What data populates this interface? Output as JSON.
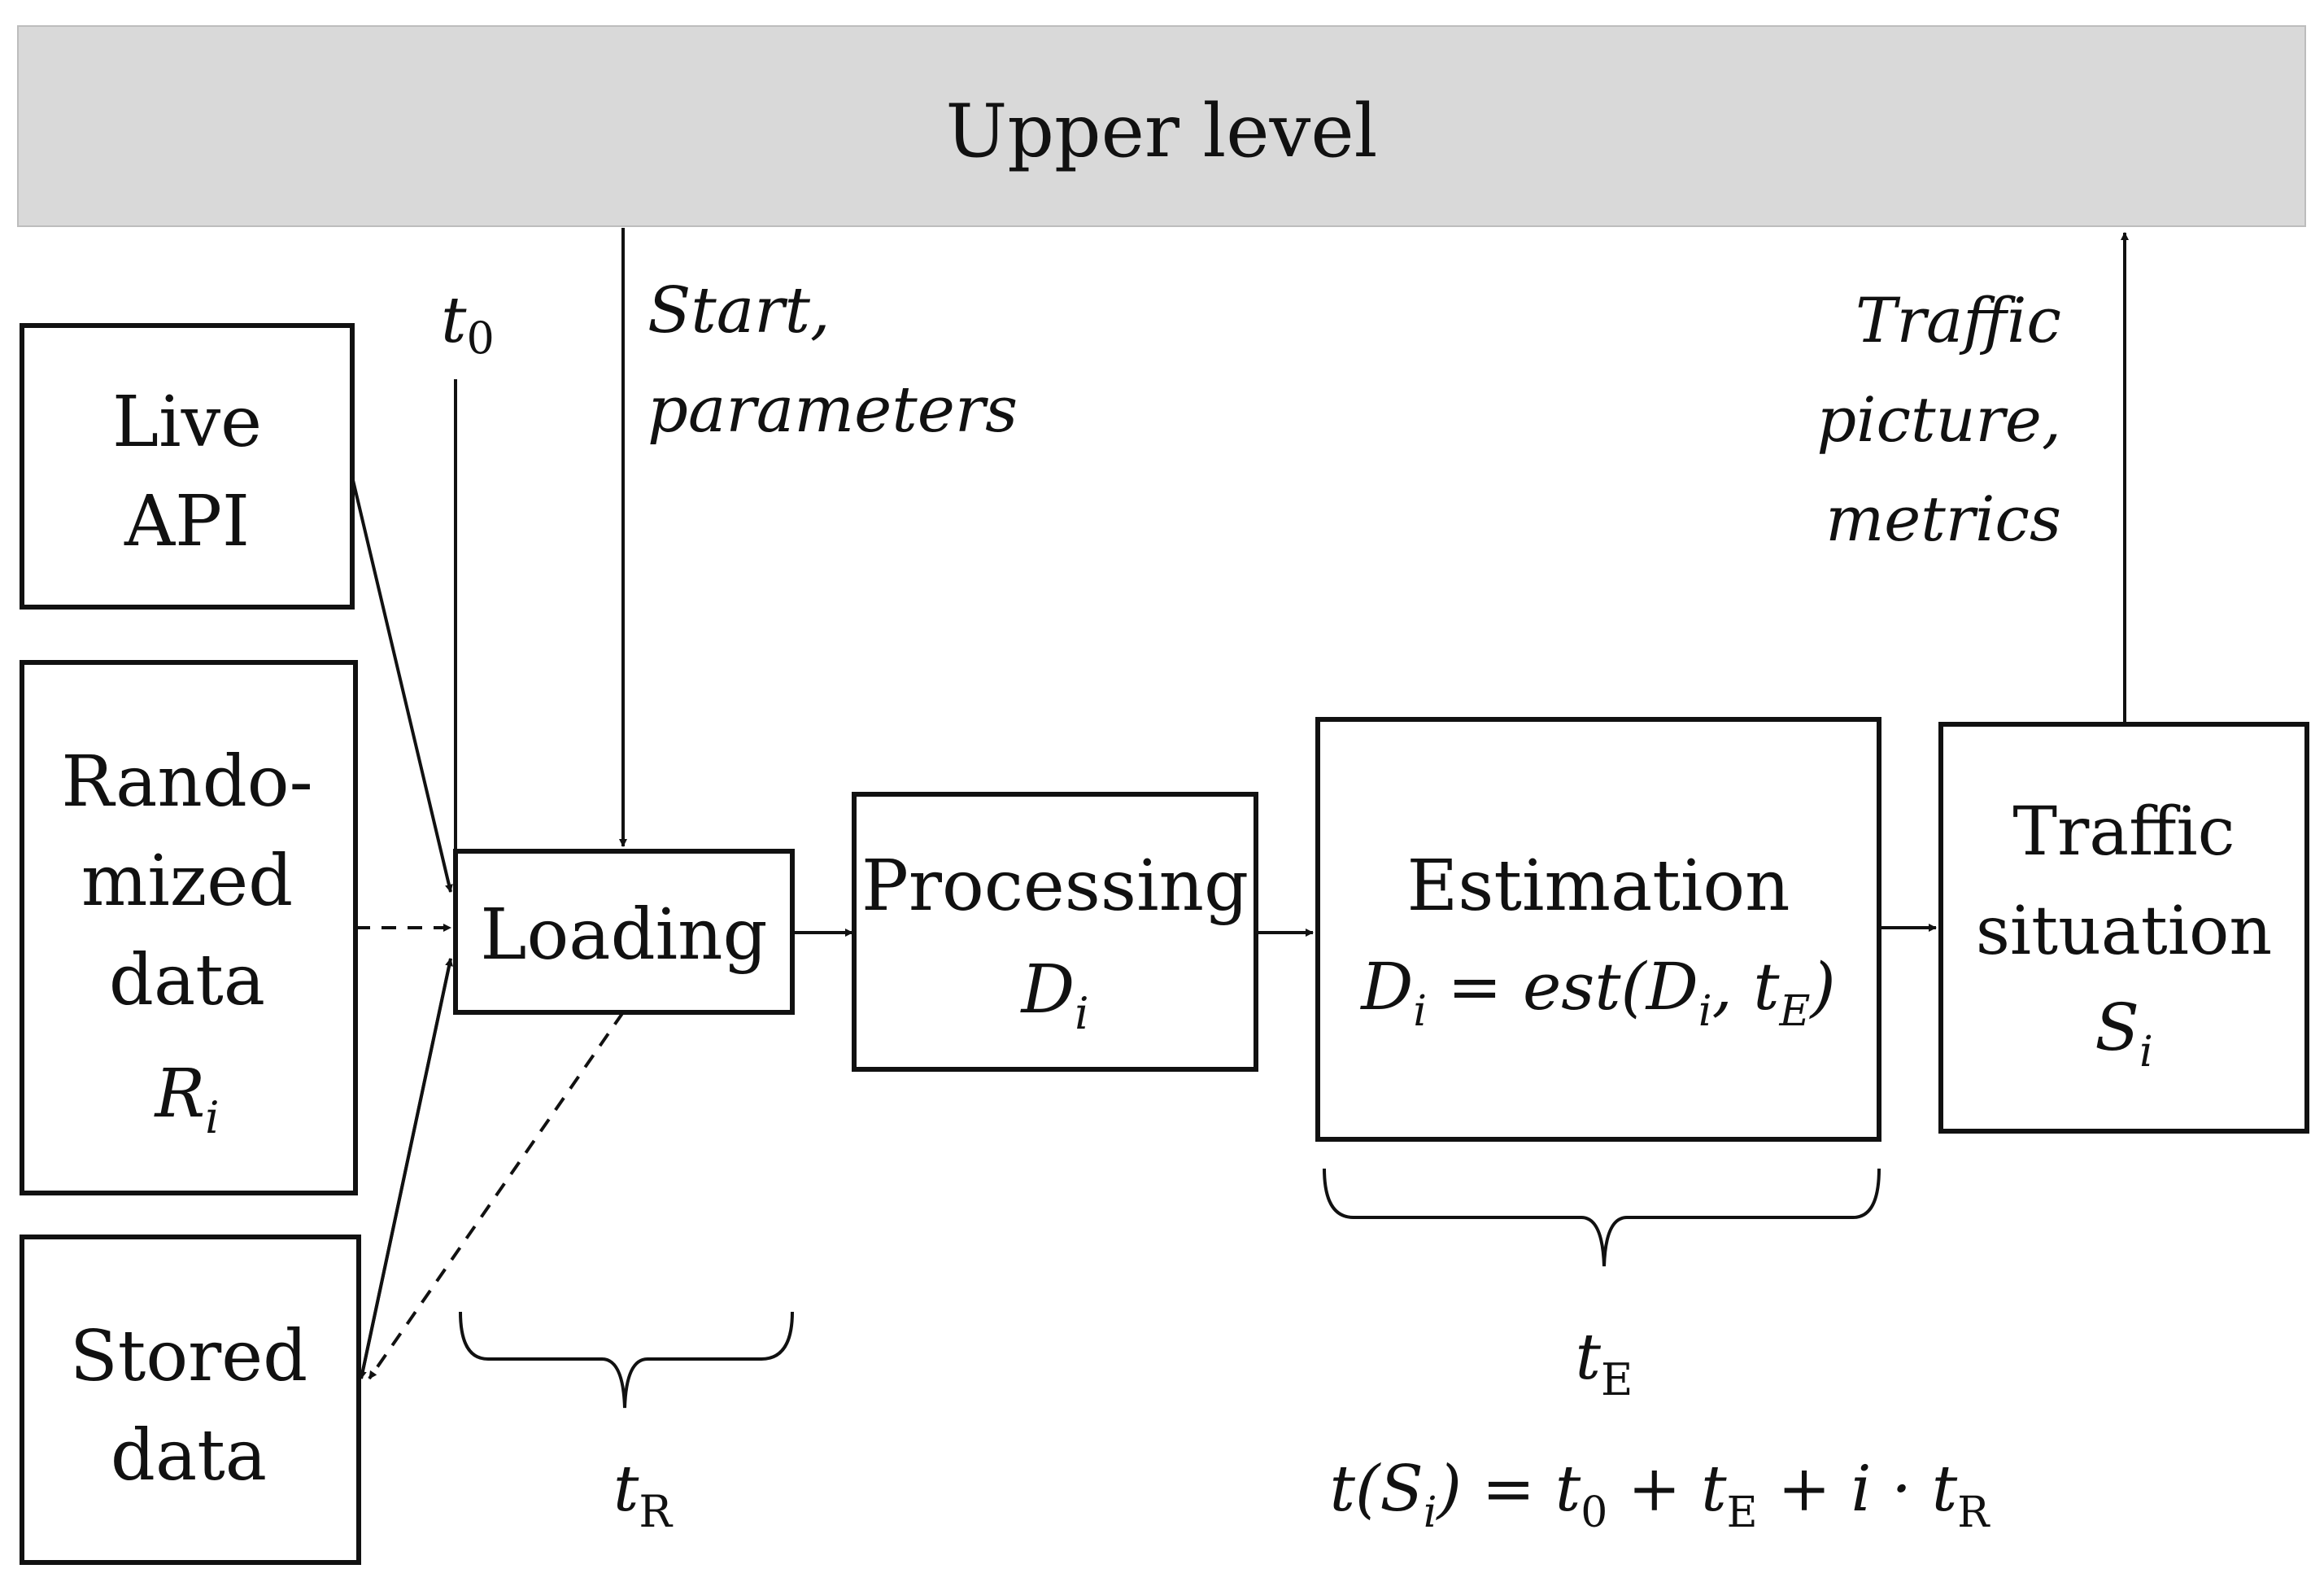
{
  "upper_level": {
    "label": "Upper level"
  },
  "sources": {
    "live_api": {
      "line1": "Live",
      "line2": "API"
    },
    "randomized": {
      "line1": "Rando-",
      "line2": "mized",
      "line3": "data",
      "symbol": "R",
      "sub": "i"
    },
    "stored": {
      "line1": "Stored",
      "line2": "data"
    }
  },
  "t0_label": {
    "sym": "t",
    "sub": "0"
  },
  "start_params": {
    "line1": "Start,",
    "line2": "parameters"
  },
  "loading": {
    "label": "Loading"
  },
  "processing": {
    "label": "Processing",
    "symbol": "D",
    "sub": "i"
  },
  "estimation": {
    "label": "Estimation",
    "eq": {
      "lhs": "D",
      "lhs_sub": "i",
      "eq": " = ",
      "fn": "est(",
      "arg1": "D",
      "arg1_sub": "i",
      "comma": ", t",
      "arg2_sub": "E",
      "close": ")"
    }
  },
  "traffic_situation": {
    "line1": "Traffic",
    "line2": "situation",
    "symbol": "S",
    "sub": "i"
  },
  "traffic_output": {
    "line1": "Traffic",
    "line2": "picture,",
    "line3": "metrics"
  },
  "tR_label": {
    "sym": "t",
    "sub": "R"
  },
  "tE_label": {
    "sym": "t",
    "sub": "E"
  },
  "formula": {
    "p1": "t(S",
    "p1_sub": "i",
    "p2": ") = t",
    "p2_sub": "0",
    "p3": " + t",
    "p3_sub": "E",
    "p4": " + i · t",
    "p4_sub": "R"
  }
}
